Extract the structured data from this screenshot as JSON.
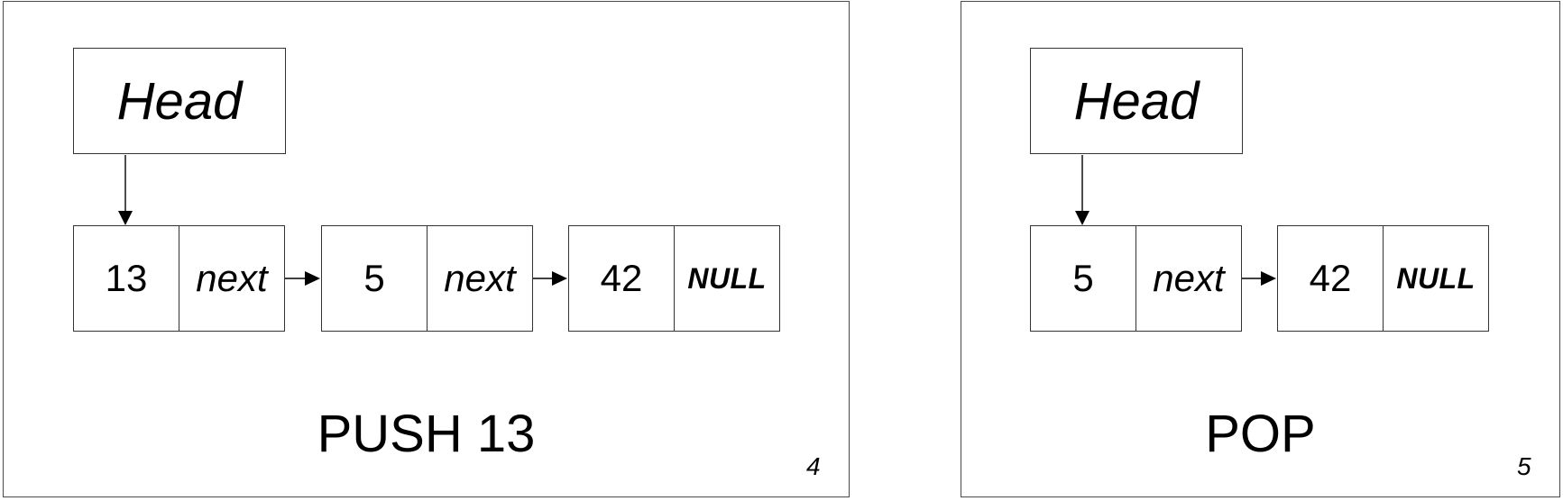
{
  "slides": [
    {
      "head": "Head",
      "nodes": [
        {
          "value": "13",
          "pointer": "next"
        },
        {
          "value": "5",
          "pointer": "next"
        },
        {
          "value": "42",
          "pointer": "NULL"
        }
      ],
      "caption": "PUSH 13",
      "slide_number": "4"
    },
    {
      "head": "Head",
      "nodes": [
        {
          "value": "5",
          "pointer": "next"
        },
        {
          "value": "42",
          "pointer": "NULL"
        }
      ],
      "caption": "POP",
      "slide_number": "5"
    }
  ]
}
